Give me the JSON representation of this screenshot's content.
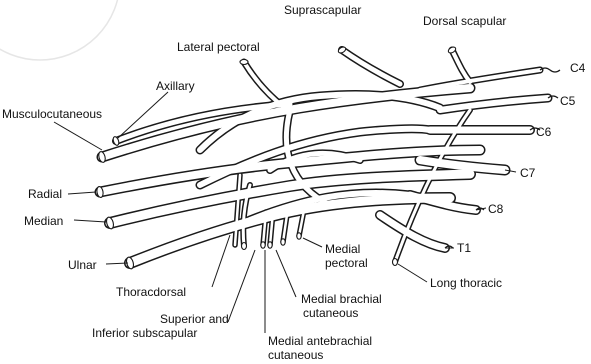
{
  "diagram": {
    "colors": {
      "stroke": "#1a1a1a",
      "fill": "#ffffff",
      "text": "#111111"
    },
    "labels": {
      "suprascapular": "Suprascapular",
      "dorsal_scapular": "Dorsal scapular",
      "lateral_pectoral": "Lateral pectoral",
      "axillary": "Axillary",
      "musculocutaneous": "Musculocutaneous",
      "radial": "Radial",
      "median": "Median",
      "ulnar": "Ulnar",
      "thoracodorsal": "Thoracdorsal",
      "subscapular_line1": "Superior and",
      "subscapular_line2": "Inferior subscapular",
      "medial_antebrachial_line1": "Medial antebrachial",
      "medial_antebrachial_line2": "cutaneous",
      "medial_brachial_line1": "Medial brachial",
      "medial_brachial_line2": "cutaneous",
      "medial_pectoral_line1": "Medial",
      "medial_pectoral_line2": "pectoral",
      "long_thoracic": "Long thoracic",
      "c4": "C4",
      "c5": "C5",
      "c6": "C6",
      "c7": "C7",
      "c8": "C8",
      "t1": "T1"
    }
  }
}
